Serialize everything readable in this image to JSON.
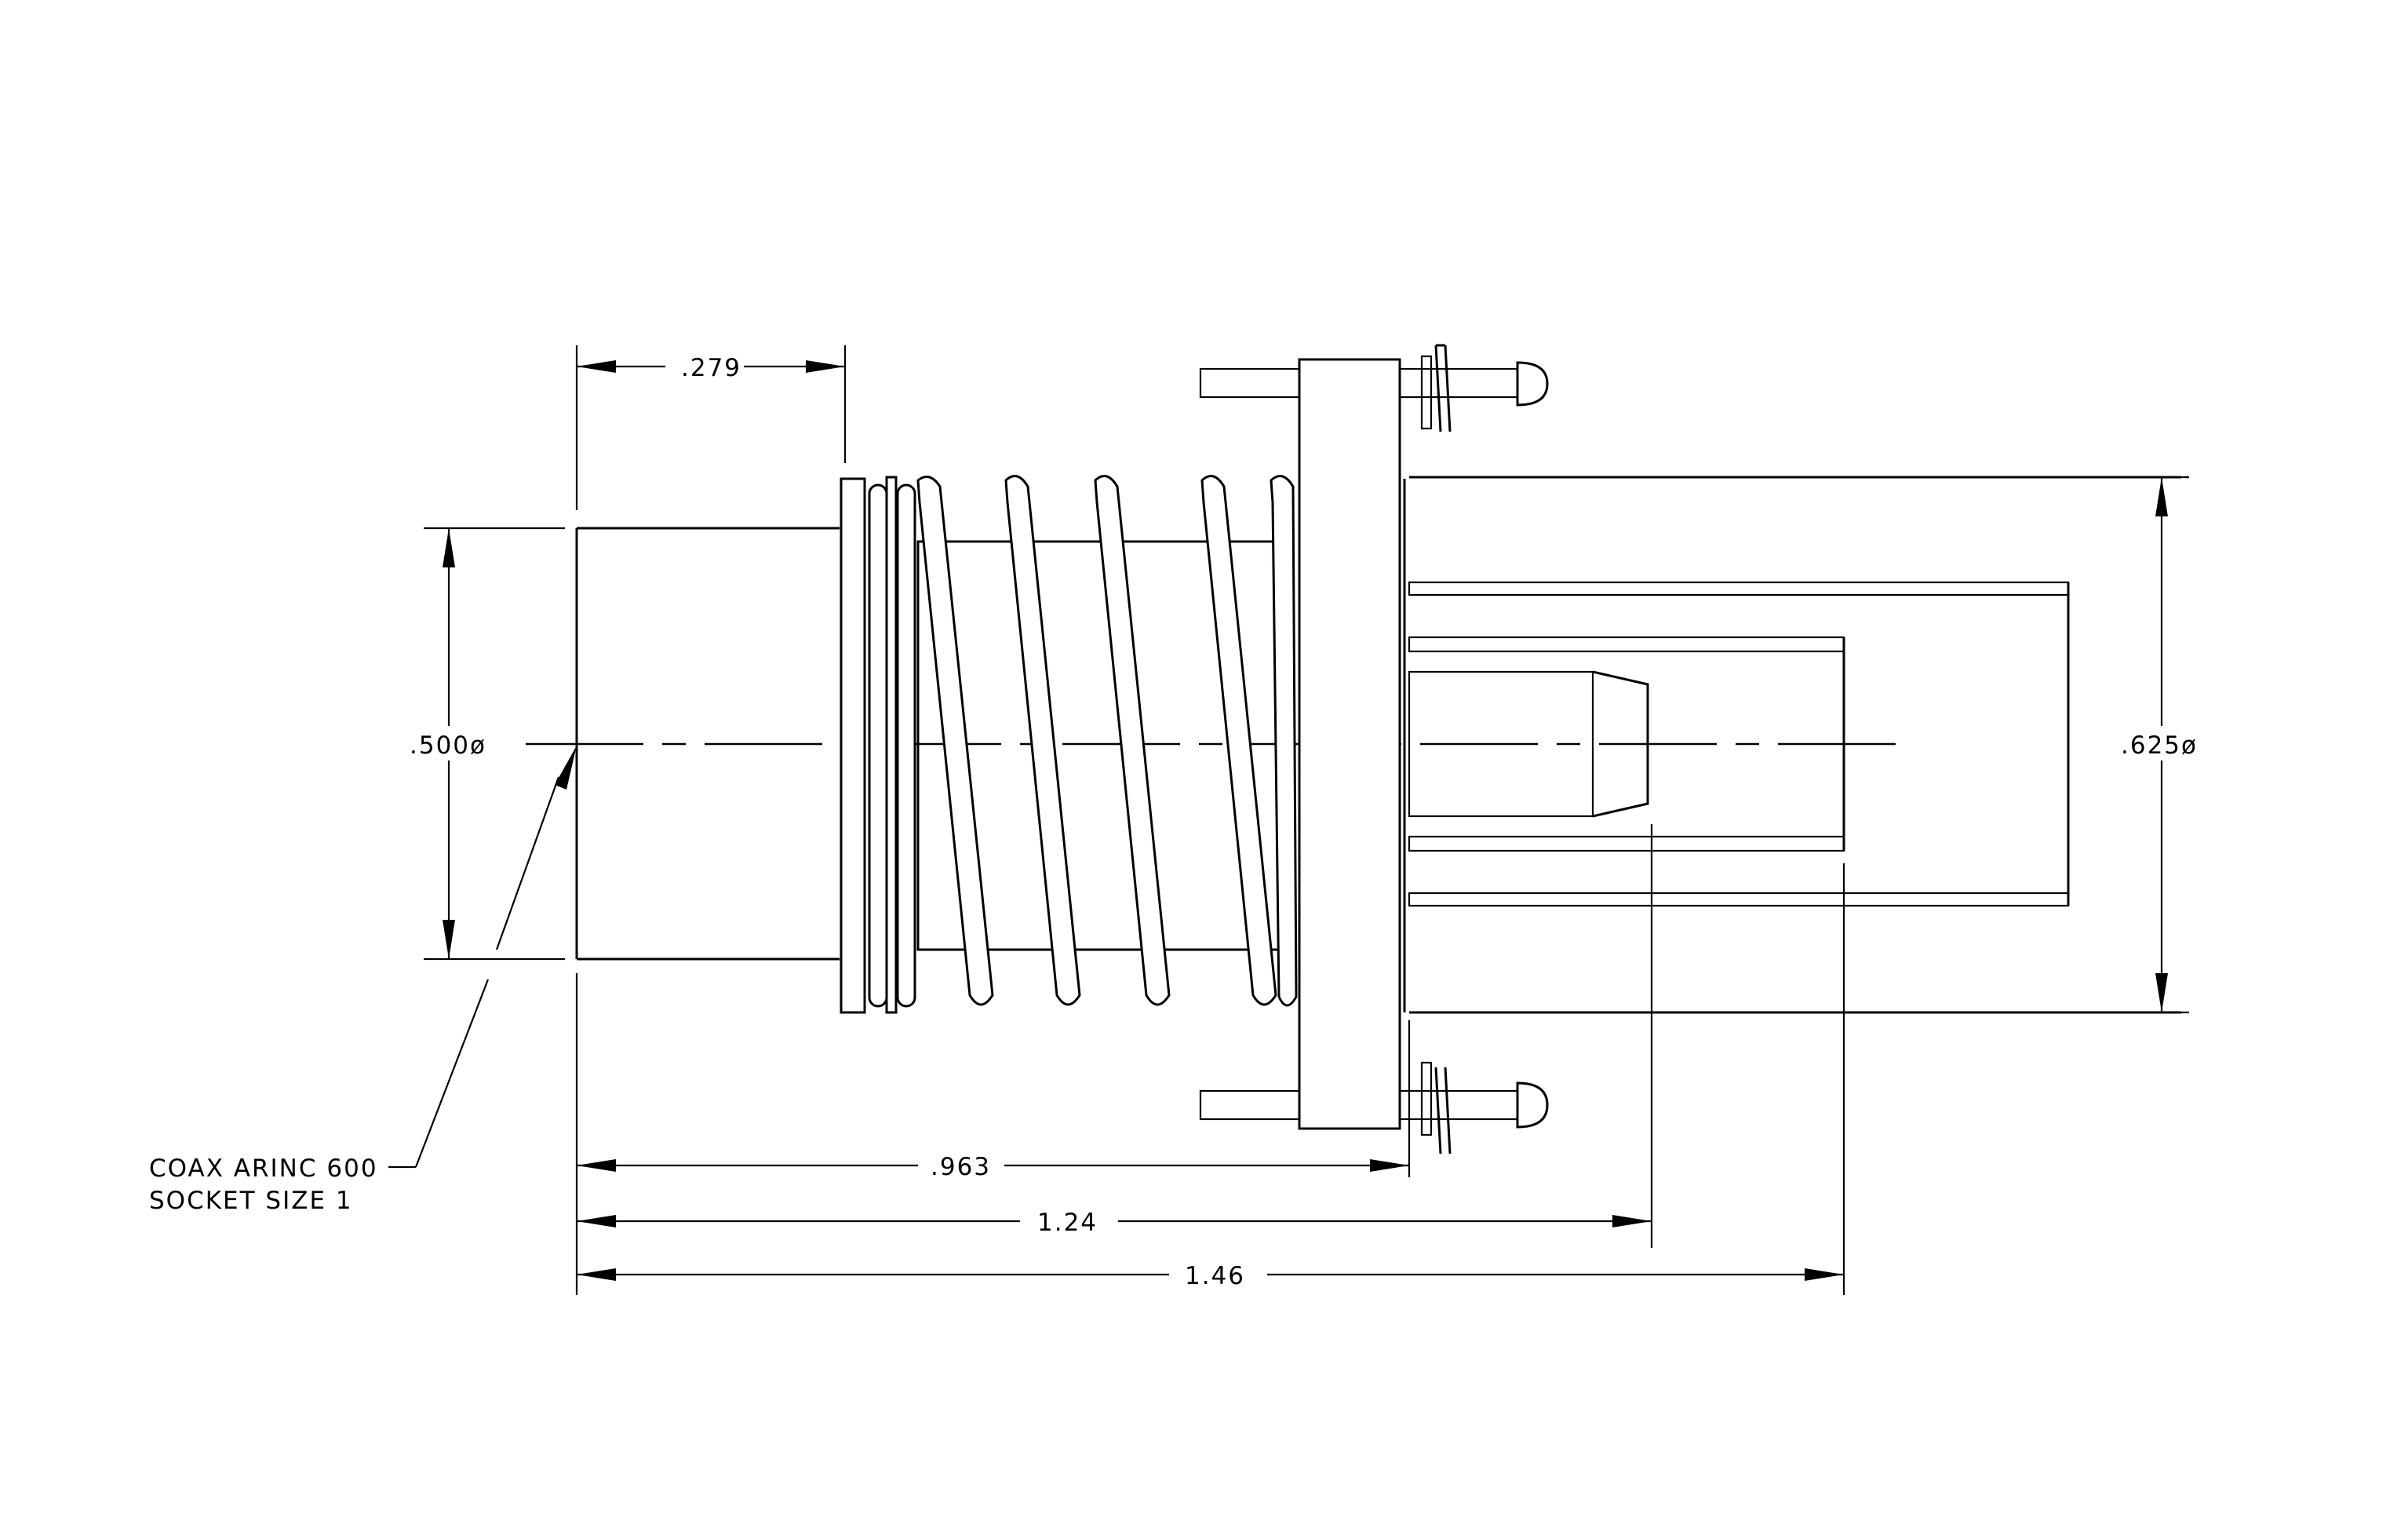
{
  "drawing": {
    "callout_line1": "COAX ARINC 600",
    "callout_line2": "SOCKET SIZE 1"
  },
  "dimensions": {
    "mating_face_length": ".279",
    "body_diameter": ".500ø",
    "sleeve_diameter": ".625ø",
    "flange_length": ".963",
    "contact_length": "1.24",
    "overall_length": "1.46"
  },
  "colors": {
    "line": "#000000",
    "background": "#ffffff"
  }
}
